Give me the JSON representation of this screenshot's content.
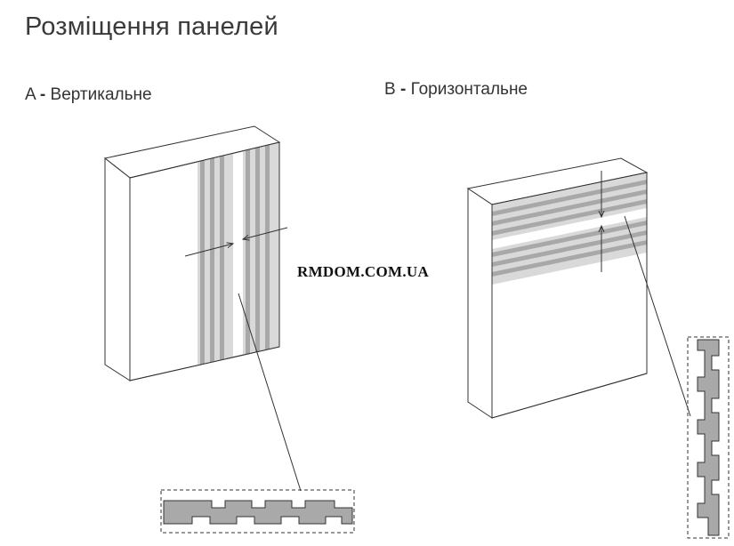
{
  "title": "Розміщення панелей",
  "option_a": {
    "letter": "A",
    "dash": "-",
    "label": "Вертикальне"
  },
  "option_b": {
    "letter": "B",
    "dash": "-",
    "label": "Горизонтальне"
  },
  "watermark": "RMDOM.COM.UA",
  "colors": {
    "stripe_light": "#d9d9d9",
    "stripe_dark": "#a8a8a8",
    "profile_fill": "#a9a9a9",
    "line": "#333333",
    "wall_side": "#ffffff"
  }
}
